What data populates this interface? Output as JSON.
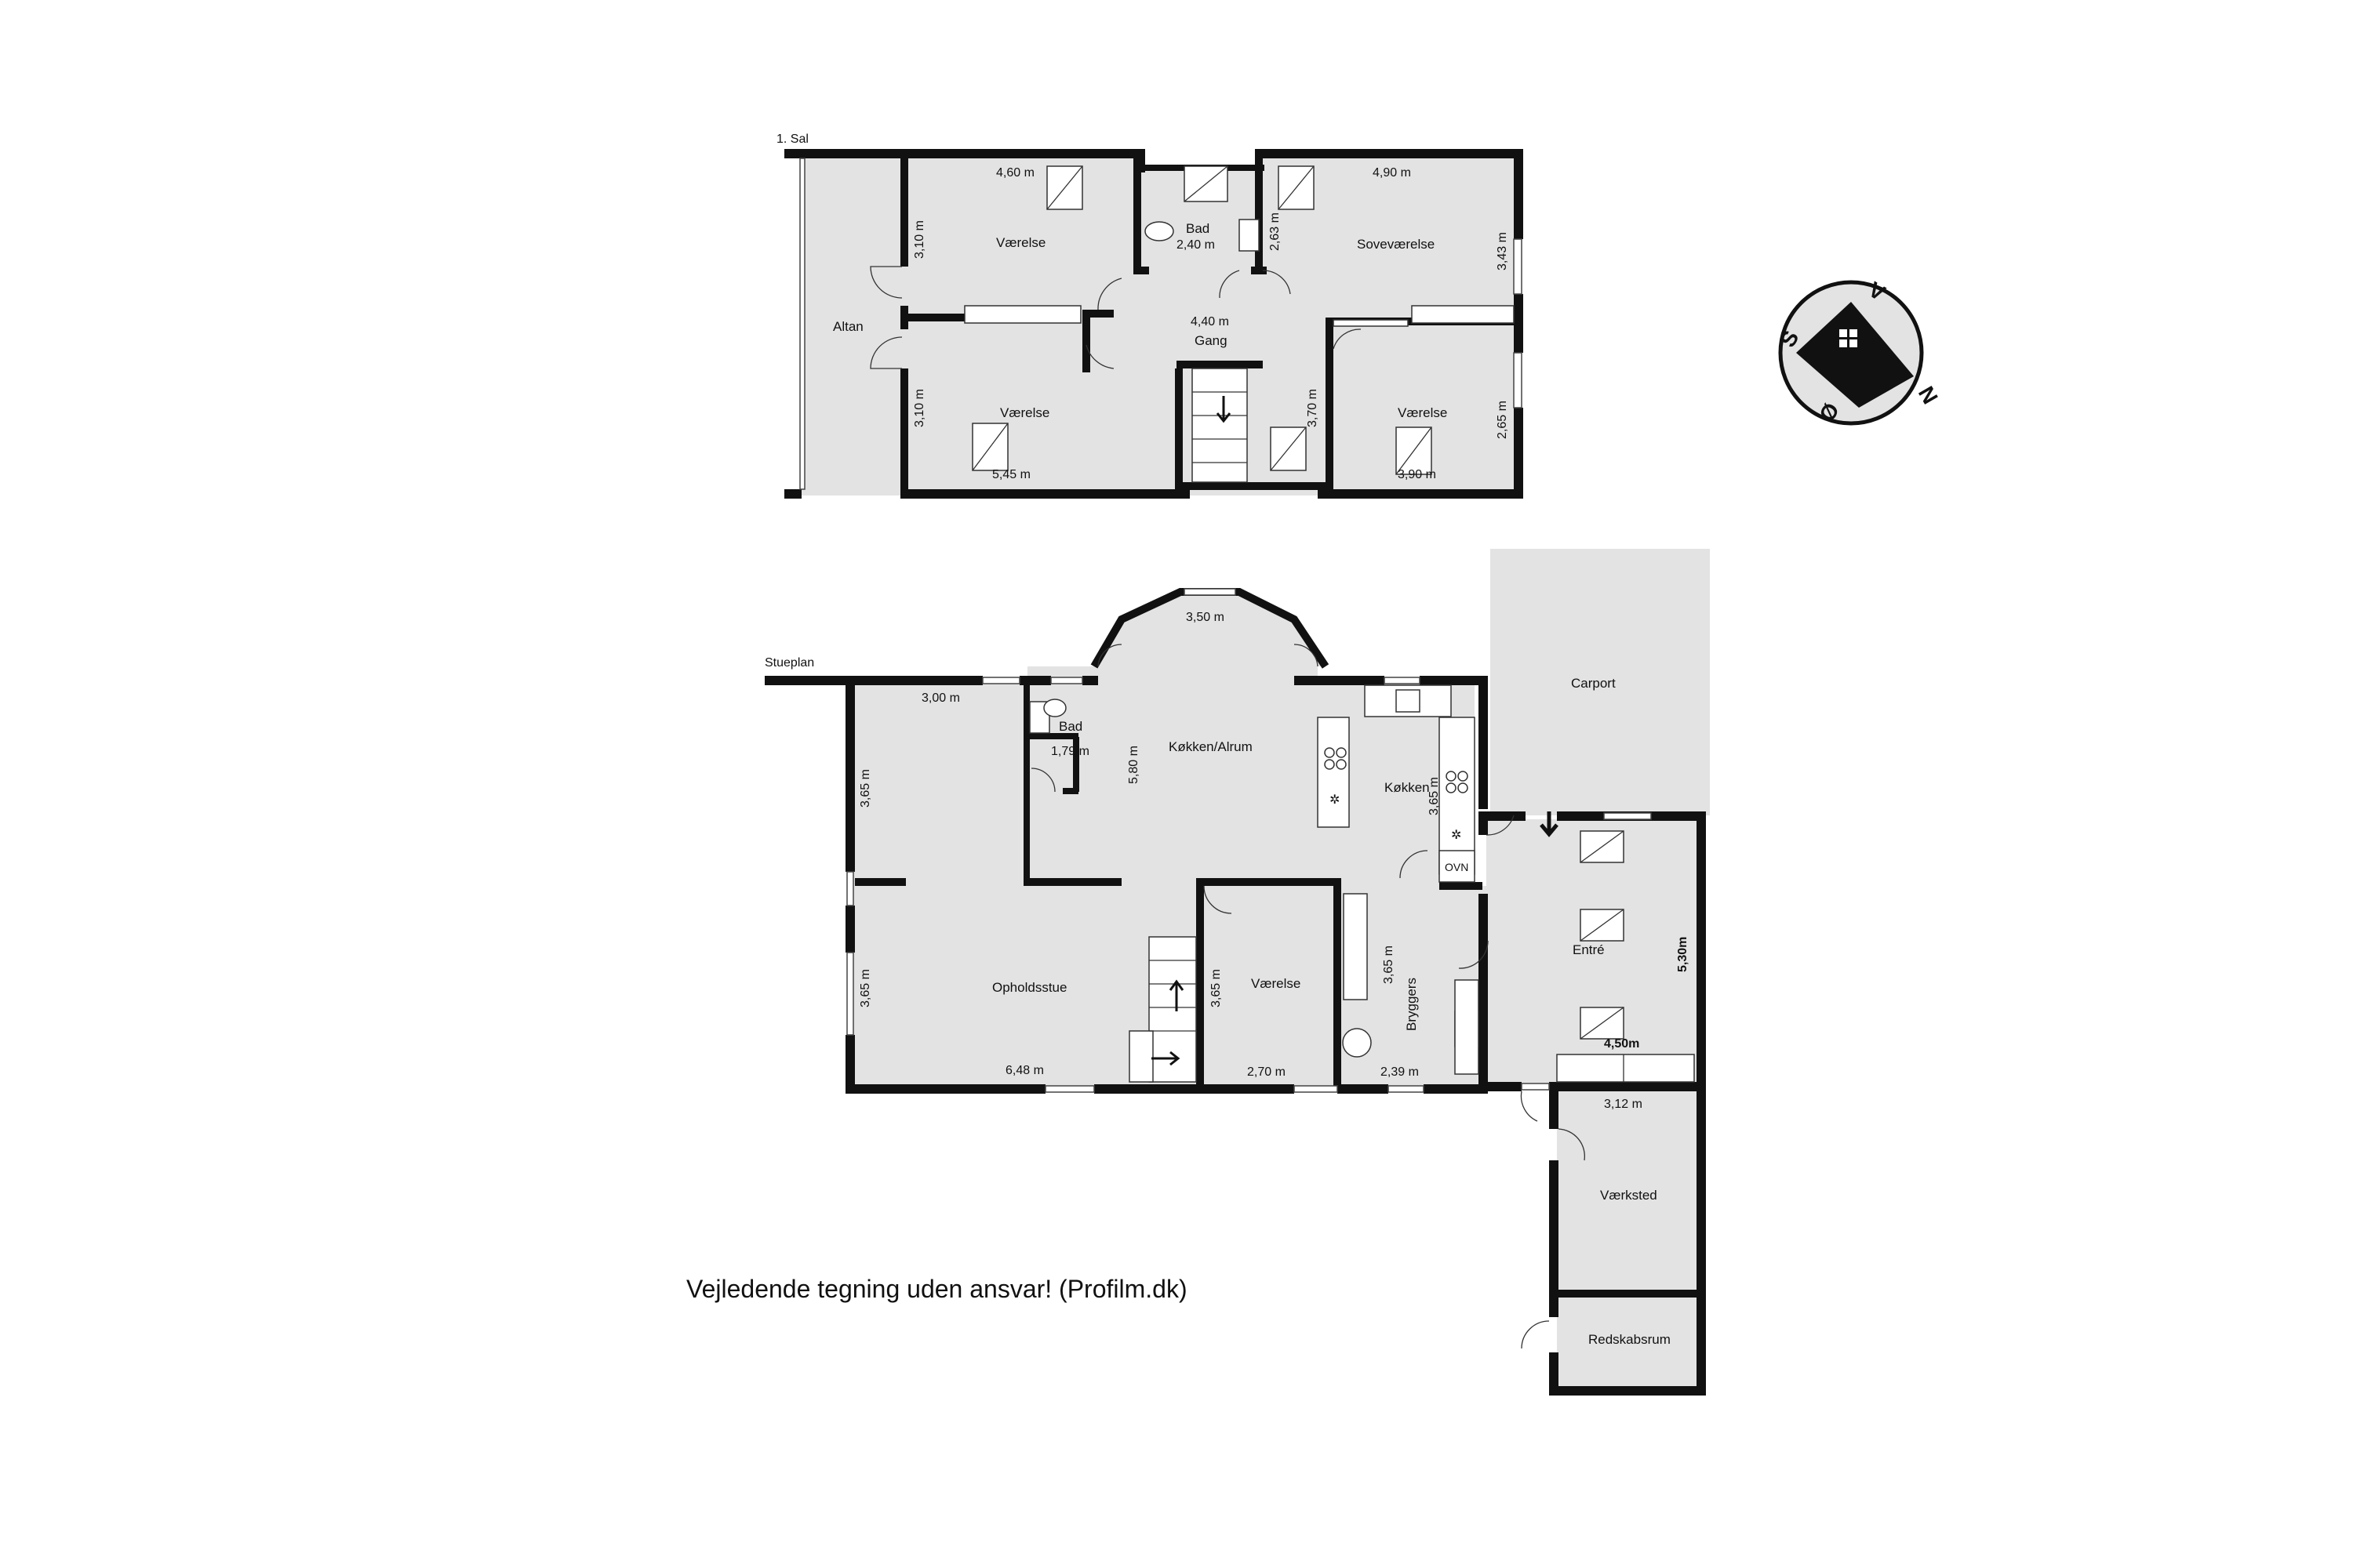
{
  "floors": {
    "upper": {
      "label": "1. Sal"
    },
    "ground": {
      "label": "Stueplan"
    }
  },
  "upper_rooms": {
    "altan": "Altan",
    "vaerelse_nw": "Værelse",
    "vaerelse_sw": "Værelse",
    "bad": "Bad",
    "gang": "Gang",
    "sovevaerelse": "Soveværelse",
    "vaerelse_e": "Værelse"
  },
  "upper_dims": {
    "vaerelse_nw_w": "4,60 m",
    "vaerelse_nw_h": "3,10 m",
    "vaerelse_sw_h": "3,10 m",
    "vaerelse_sw_w": "5,45 m",
    "bad_w": "2,40 m",
    "bad_h": "2,63 m",
    "gang_w": "4,40 m",
    "gang_h": "3,70 m",
    "sove_w": "4,90 m",
    "sove_h": "3,43 m",
    "vaerelse_e_h": "2,65 m",
    "vaerelse_e_w": "3,90 m"
  },
  "ground_rooms": {
    "bad": "Bad",
    "koekken_alrum": "Køkken/Alrum",
    "koekken": "Køkken",
    "carport": "Carport",
    "opholdsstue": "Opholdsstue",
    "vaerelse": "Værelse",
    "bryggers": "Bryggers",
    "entre": "Entré",
    "vaerksted": "Værksted",
    "redskabsrum": "Redskabsrum"
  },
  "ground_dims": {
    "bay_w": "3,50 m",
    "top_w": "3,00 m",
    "bad_w": "1,79 m",
    "alrum_h": "5,80 m",
    "left_h1": "3,65 m",
    "left_h2": "3,65 m",
    "koekken_h": "3,65 m",
    "opholdsstue_w": "6,48 m",
    "vaerelse_h": "3,65 m",
    "vaerelse_w": "2,70 m",
    "bryggers_h": "3,65 m",
    "bryggers_w": "2,39 m",
    "entre_h": "5,30m",
    "entre_w": "4,50m",
    "vaerksted_w": "3,12 m"
  },
  "appliance_labels": {
    "oven": "OVN"
  },
  "compass": {
    "s": "S",
    "v": "V",
    "n": "N",
    "o": "Ø"
  },
  "disclaimer": "Vejledende tegning uden ansvar! (Profilm.dk)"
}
